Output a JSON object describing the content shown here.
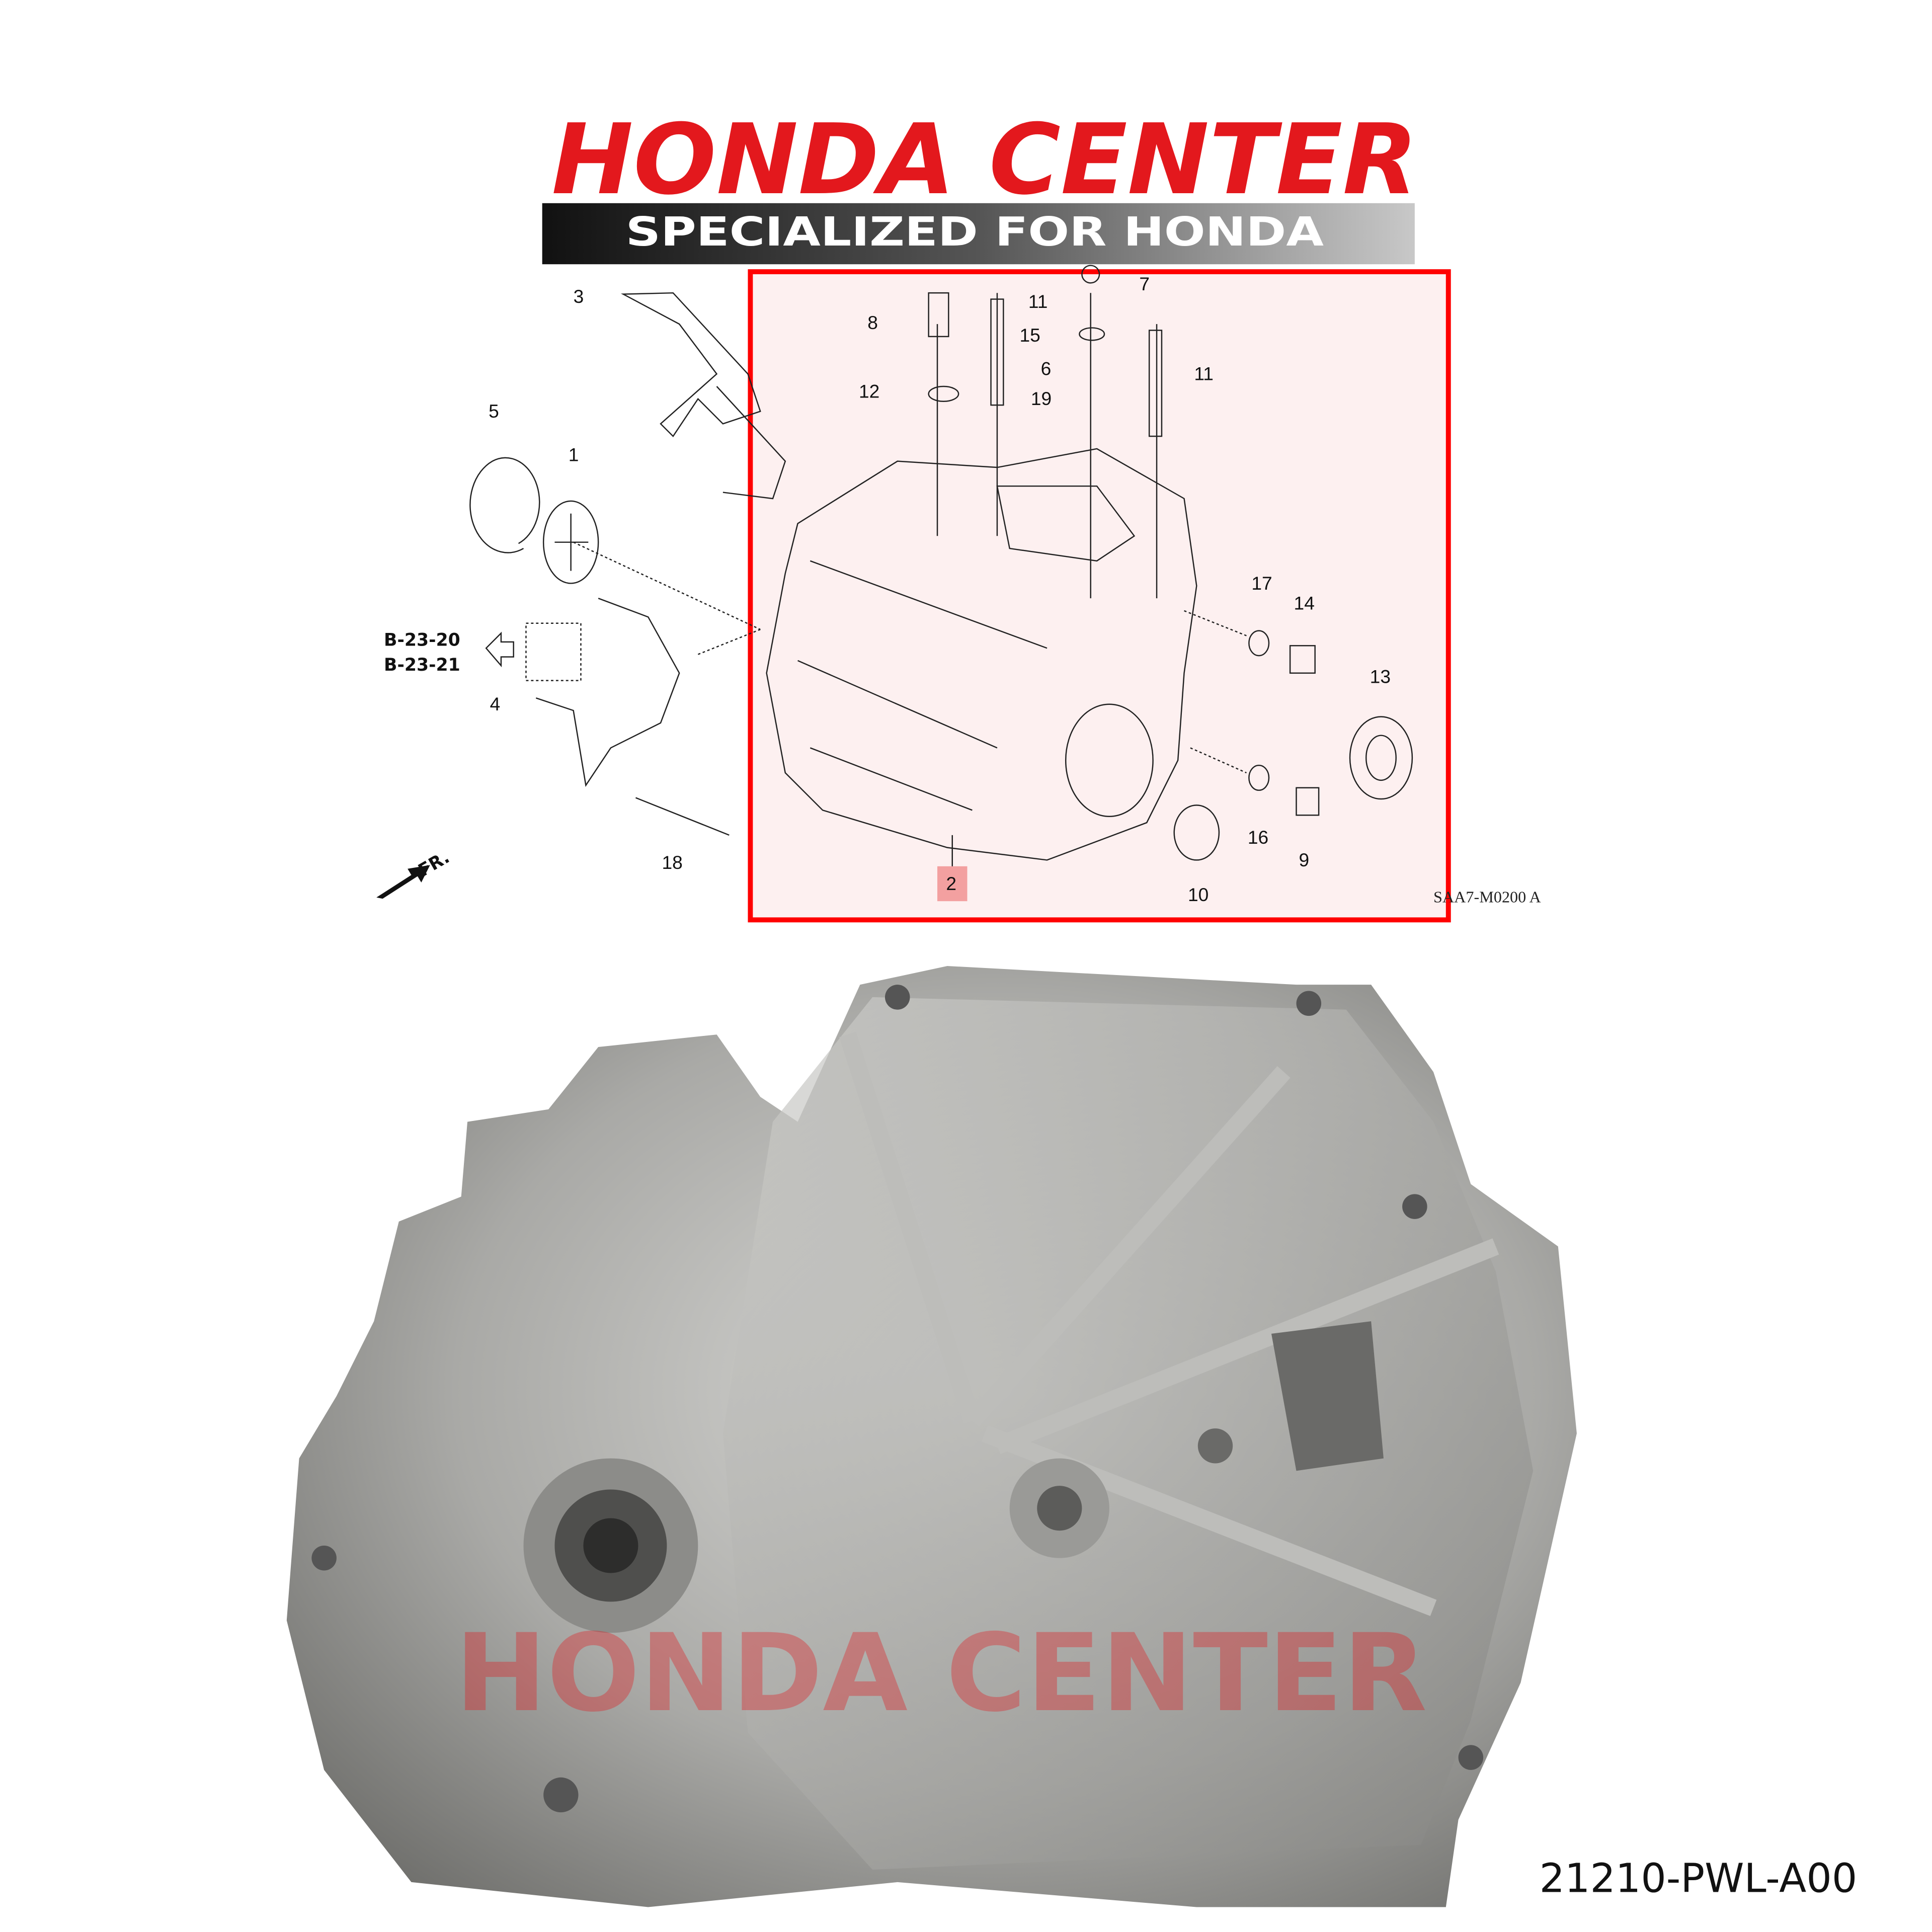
{
  "brand": {
    "title": "HONDA CENTER",
    "tagline": "SPECIALIZED FOR HONDA",
    "title_color": "#e3181d",
    "watermark": "HONDA CENTER"
  },
  "diagram": {
    "highlight_color": "#ff0000",
    "highlight_fill": "#fdf0f0",
    "callouts": [
      "3",
      "8",
      "11",
      "7",
      "15",
      "6",
      "11",
      "12",
      "19",
      "5",
      "1",
      "17",
      "14",
      "13",
      "4",
      "16",
      "9",
      "18",
      "10",
      "2"
    ],
    "selected_callout": "2",
    "reference_labels": [
      "B-23-20",
      "B-23-21"
    ],
    "direction_label": "FR.",
    "diagram_code": "SAA7-M0200 A"
  },
  "product": {
    "part_number": "21210-PWL-A00",
    "image_subject": "transmission-housing-photo"
  }
}
